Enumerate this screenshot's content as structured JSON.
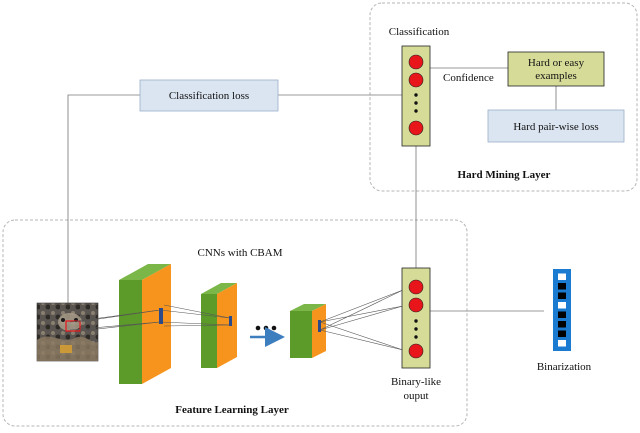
{
  "labels": {
    "classification": "Classification",
    "confidence": "Confidence",
    "hard_or_easy_line1": "Hard or easy",
    "hard_or_easy_line2": "examples",
    "hard_pairwise_loss": "Hard pair-wise loss",
    "hard_mining_layer": "Hard Mining Layer",
    "classification_loss": "Classification loss",
    "cnns_with_cbam": "CNNs with CBAM",
    "feature_learning_layer": "Feature Learning Layer",
    "binary_like_line1": "Binary-like",
    "binary_like_line2": "ouput",
    "binarization": "Binarization"
  },
  "colors": {
    "neuron_panel": "#d6dc98",
    "neuron": "#e8161b",
    "cnn_front": "#5c9a2a",
    "cnn_side": "#f7941d",
    "cnn_top": "#7ab648",
    "loss_box": "#dbe5f1",
    "hard_easy_box": "#d6dc98",
    "code_blue": "#1a7bd1",
    "arrow": "#3d7ebf",
    "dashed_border": "#b5b5b5"
  },
  "icons": {
    "ellipsis": "ellipsis-icon",
    "input_image": "cat-photo-thumbnail"
  },
  "binary_code": [
    0,
    1,
    1,
    0,
    1,
    1,
    1,
    0
  ]
}
